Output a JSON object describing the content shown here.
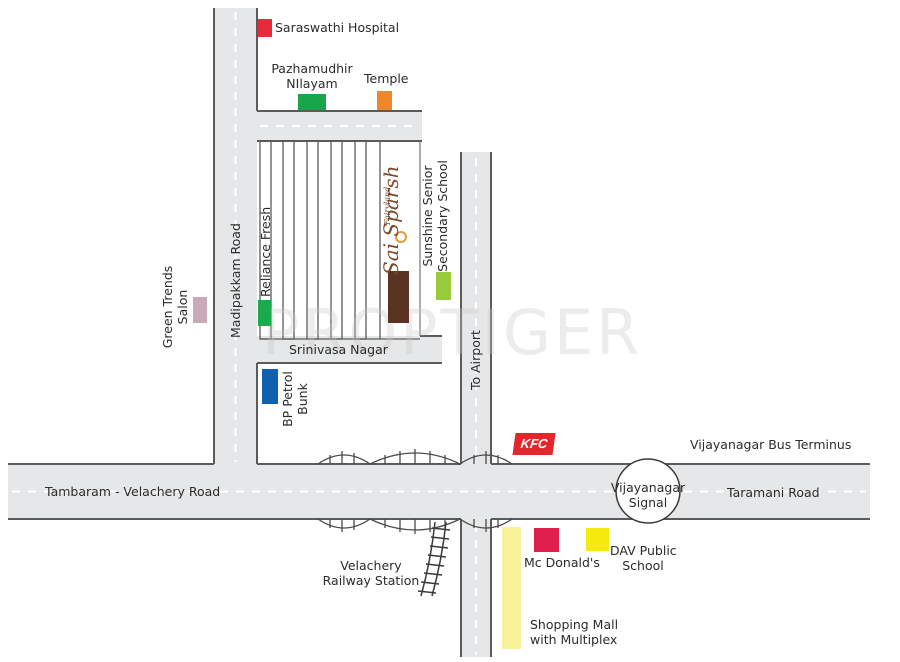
{
  "watermark": "PROPTIGER",
  "roads": {
    "main_west": "Tambaram - Velachery Road",
    "main_east": "Taramani Road",
    "madipakkam": "Madipakkam Road",
    "srinivasa": "Srinivasa Nagar",
    "airport": "To Airport"
  },
  "junction": {
    "line1": "Vijayanagar",
    "line2": "Signal"
  },
  "landmarks": {
    "saraswathi": "Saraswathi Hospital",
    "pazhamudhir_1": "Pazhamudhir",
    "pazhamudhir_2": "NIlayam",
    "temple": "Temple",
    "reliance": "Reliance Fresh",
    "green_trends_1": "Green Trends",
    "green_trends_2": "Salon",
    "bp_1": "BP Petrol",
    "bp_2": "Bunk",
    "sunshine_1": "Sunshine Senior",
    "sunshine_2": "Secondary School",
    "kfc": "KFC",
    "bus_terminus": "Vijayanagar Bus Terminus",
    "mcdonalds": "Mc Donald's",
    "dav_1": "DAV Public",
    "dav_2": "School",
    "railway_1": "Velachery",
    "railway_2": "Railway Station",
    "mall_1": "Shopping Mall",
    "mall_2": "with Multiplex"
  },
  "project": {
    "tag": "Fairyland",
    "name": "Sai Sparsh"
  },
  "colors": {
    "road": "#e6e7e8",
    "road_edge": "#5b5b5b",
    "saraswathi": "#e52a3a",
    "pazhamudhir": "#19a64a",
    "temple": "#f0862a",
    "reliance": "#1daa4f",
    "green_trends": "#c9a8b8",
    "bp": "#1060b0",
    "sunshine": "#9acb3c",
    "project": "#5a3322",
    "kfc": "#e2262b",
    "mcdonalds": "#e01f4f",
    "dav": "#f6e90d",
    "mall": "#f8f39a"
  }
}
